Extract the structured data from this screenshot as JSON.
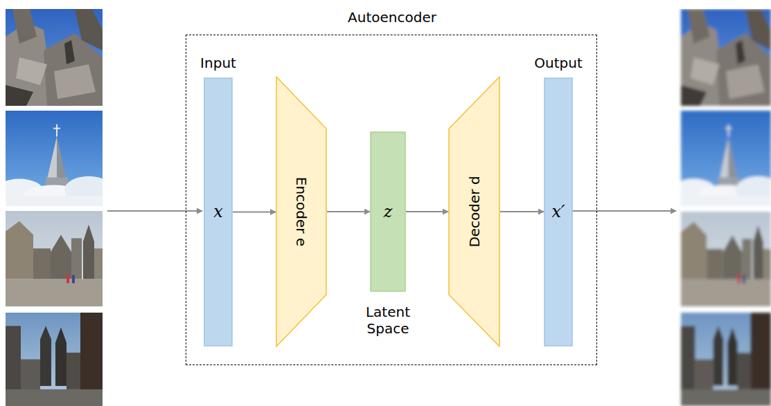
{
  "diagram": {
    "nodes": [
      {
        "text": [
          "Autoencoder"
        ]
      },
      {
        "text": [
          "Input",
          "x"
        ],
        "in": 0
      },
      {
        "text": [
          "Encoder e"
        ],
        "in": 0
      },
      {
        "text": [
          "z",
          "Latent Space"
        ],
        "in": 0
      },
      {
        "text": [
          "Decoder d"
        ],
        "in": 0
      },
      {
        "text": [
          "Output",
          "x′"
        ],
        "in": 0
      }
    ],
    "edges": [
      {
        "from": 1,
        "to": 2,
        "arrow": "to"
      },
      {
        "from": 2,
        "to": 3,
        "arrow": "to"
      },
      {
        "from": 3,
        "to": 4,
        "arrow": "to"
      },
      {
        "from": 4,
        "to": 5,
        "arrow": "to"
      }
    ]
  }
}
